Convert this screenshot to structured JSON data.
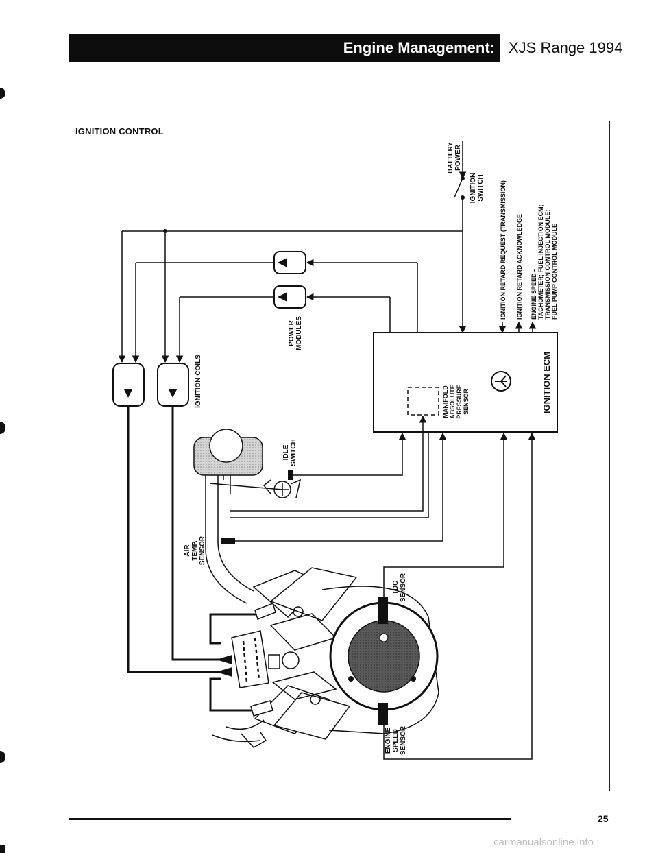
{
  "header": {
    "title": "Engine Management: V12",
    "subtitle": "XJS Range 1994"
  },
  "section_title": "IGNITION CONTROL",
  "labels": {
    "battery_power": [
      "BATTERY",
      "POWER"
    ],
    "ignition_switch": [
      "IGNITION",
      "SWITCH"
    ],
    "retard_request": "IGNITION RETARD REQUEST (TRANSMISSION)",
    "retard_ack": "IGNITION RETARD ACKNOWLEDGE",
    "engine_speed_out": [
      "ENGINE SPEED -",
      "TACHOMETER; FUEL INJECTION ECM;",
      "TRANSMISSION CONTROL MODULE;",
      "FUEL PUMP CONTROL MODULE"
    ],
    "power_modules": [
      "POWER",
      "MODULES"
    ],
    "ignition_coils": "IGNITION COILS",
    "map_sensor": [
      "MANIFOLD",
      "ABSOLUTE",
      "PRESSURE",
      "SENSOR"
    ],
    "ignition_ecm": "IGNITION ECM",
    "idle_switch": [
      "IDLE",
      "SWITCH"
    ],
    "air_temp_sensor": [
      "AIR",
      "TEMP.",
      "SENSOR"
    ],
    "tdc_sensor": [
      "TDC",
      "SENSOR"
    ],
    "engine_speed_sensor": [
      "ENGINE",
      "SPEED",
      "SENSOR"
    ]
  },
  "footer": {
    "page_number": "25",
    "watermark": "carmanualsonline.info"
  },
  "colors": {
    "ink": "#111111",
    "header_bg": "#0d0d0d",
    "header_text": "#ffffff",
    "crank_fill": "#555555",
    "airbox_fill": "#cccccc"
  }
}
